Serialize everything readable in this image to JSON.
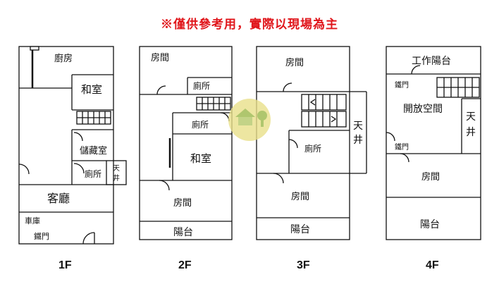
{
  "notice": "※僅供參考用，實際以現場為主",
  "floors": {
    "f1": {
      "label": "1F",
      "rooms": {
        "kitchen": "廚房",
        "washitsu": "和室",
        "storage": "儲藏室",
        "toilet": "廁所",
        "skywell_a": "天",
        "skywell_b": "井",
        "living": "客廳",
        "garage": "車庫",
        "iron_gate": "鐵門"
      }
    },
    "f2": {
      "label": "2F",
      "rooms": {
        "room_top": "房間",
        "toilet_top": "廁所",
        "toilet_mid": "廁所",
        "washitsu": "和室",
        "room_bottom": "房間",
        "balcony": "陽台"
      }
    },
    "f3": {
      "label": "3F",
      "rooms": {
        "room_top": "房間",
        "skywell_a": "天",
        "skywell_b": "井",
        "toilet": "廁所",
        "room_bottom": "房間",
        "balcony": "陽台"
      }
    },
    "f4": {
      "label": "4F",
      "rooms": {
        "work_balcony": "工作陽台",
        "iron_gate_top": "鐵門",
        "open_space": "開放空間",
        "skywell_a": "天",
        "skywell_b": "井",
        "iron_gate_bottom": "鐵門",
        "room": "房間",
        "balcony": "陽台"
      }
    }
  },
  "colors": {
    "notice": "#e0161b",
    "wall": "#111111",
    "watermark": "#e9e08a"
  }
}
